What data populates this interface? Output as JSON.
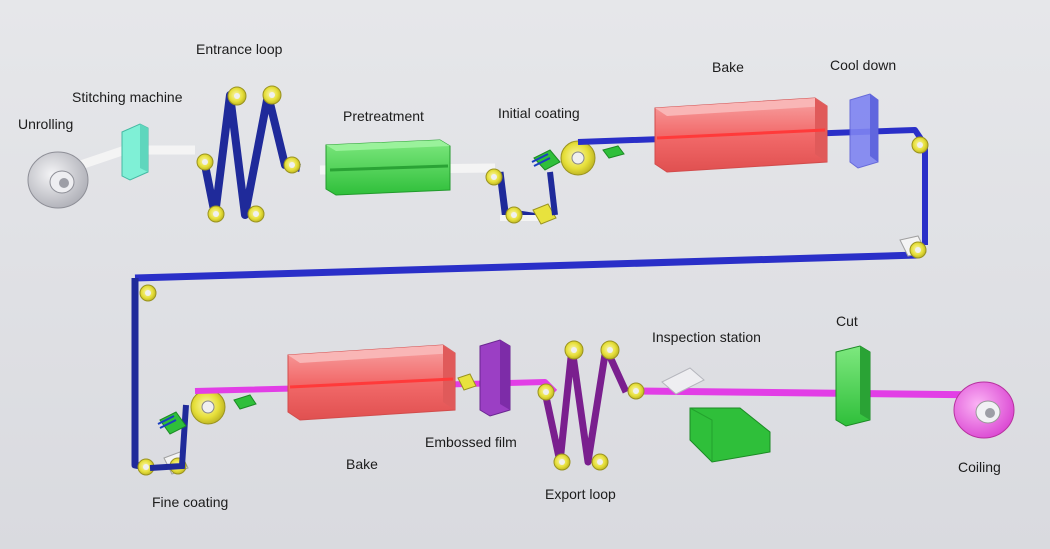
{
  "labels": {
    "unrolling": "Unrolling",
    "stitching_machine": "Stitching machine",
    "entrance_loop": "Entrance loop",
    "pretreatment": "Pretreatment",
    "initial_coating": "Initial coating",
    "bake_top": "Bake",
    "cool_down": "Cool down",
    "fine_coating": "Fine coating",
    "bake_bottom": "Bake",
    "embossed_film": "Embossed film",
    "export_loop": "Export loop",
    "inspection_station": "Inspection station",
    "cut": "Cut",
    "coiling": "Coiling"
  },
  "colors": {
    "strip_white": "#f4f4f4",
    "strip_blue": "#2a2fc8",
    "strip_navy": "#1f2a9a",
    "strip_magenta": "#e23ee6",
    "strip_purple": "#7a1f8e",
    "oven_red": "#f26a6a",
    "pretreat_green": "#3fd24a",
    "stitch_cyan": "#7ff0d6",
    "cool_blue": "#7f84f2",
    "emboss_purple": "#9b3fc4",
    "roller_yellow": "#e6df3a",
    "coil_gray": "#cfd0d6",
    "coil_pink": "#f06be8"
  }
}
